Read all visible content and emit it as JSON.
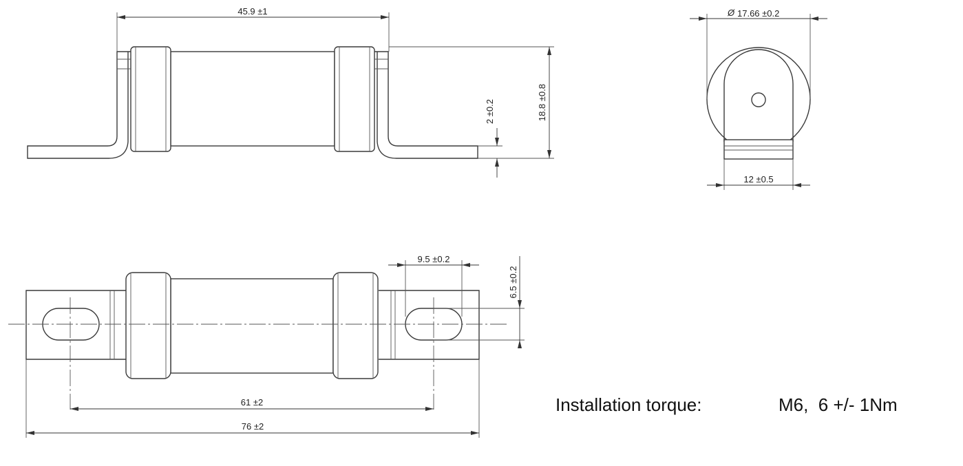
{
  "side_view": {
    "dim_body_length": "45.9 ±1",
    "dim_blade_thickness": "2 ±0.2",
    "dim_height": "18.8 ±0.8"
  },
  "end_view": {
    "dim_diameter_symbol": "Ø",
    "dim_diameter": "17.66 ±0.2",
    "dim_width": "12 ±0.5"
  },
  "top_view": {
    "dim_slot_length": "9.5 ±0.2",
    "dim_slot_width": "6.5 ±0.2",
    "dim_hole_pitch": "61 ±2",
    "dim_overall_length": "76 ±2"
  },
  "note": {
    "label": "Installation torque:",
    "value": "M6,  6 +/- 1Nm"
  },
  "colors": {
    "line": "#3a3a3a",
    "background": "#ffffff"
  }
}
